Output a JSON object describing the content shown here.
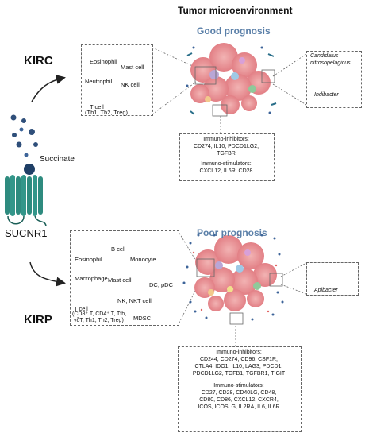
{
  "title": "Tumor microenvironment",
  "receptor": "SUCNR1",
  "ligand": "Succinate",
  "kirc": {
    "label": "KIRC",
    "prognosis": "Good prognosis",
    "cells": {
      "eosinophil": "Eosinophil",
      "mast": "Mast cell",
      "neutrophil": "Neutrophil",
      "nk": "NK cell",
      "tcell": "T cell",
      "tcell_sub": "(Th1, Th2, Treg)"
    },
    "bacteria": [
      "Candidatus",
      "nitrosopelagicus",
      "Indibacter"
    ],
    "inhibitors_title": "Immuno-inhibitors:",
    "inhibitors": [
      "CD274, IL10, PDCD1LG2,",
      "TGFBR"
    ],
    "stimulators_title": "Immuno-stimulators:",
    "stimulators": [
      "CXCL12, IL6R, CD28"
    ]
  },
  "kirp": {
    "label": "KIRP",
    "prognosis": "Poor prognosis",
    "cells": {
      "bcell": "B cell",
      "eosinophil": "Eosinophil",
      "monocyte": "Monocyte",
      "macrophage": "Macrophage",
      "mast": "Mast cell",
      "dc": "DC, pDC",
      "nk": "NK, NKT cell",
      "tcell": "T cell",
      "tcell_sub1": "(CD8⁺ T, CD4⁺ T, Tfh,",
      "tcell_sub2": "γδT, Th1, Th2, Treg)",
      "mdsc": "MDSC"
    },
    "bacteria": [
      "Apibacter"
    ],
    "inhibitors_title": "Immuno-inhibitors:",
    "inhibitors": [
      "CD244, CD274, CD96, CSF1R,",
      "CTLA4, IDO1, IL10, LAG3, PDCD1,",
      "PDCD1LG2, TGFB1, TGFBR1, TIGIT"
    ],
    "stimulators_title": "Immuno-stimulators:",
    "stimulators": [
      "CD27, CD28, CD40LG, CD48,",
      "CD80, CD86, CXCL12, CXCR4,",
      "ICOS, ICOSLG, IL2RA, IL6, IL6R"
    ]
  },
  "colors": {
    "prognosis": "#5a7fa8",
    "receptor": "#2e8b7f",
    "succinate": "#2f4f7a",
    "tumor": "#e88f8f"
  }
}
